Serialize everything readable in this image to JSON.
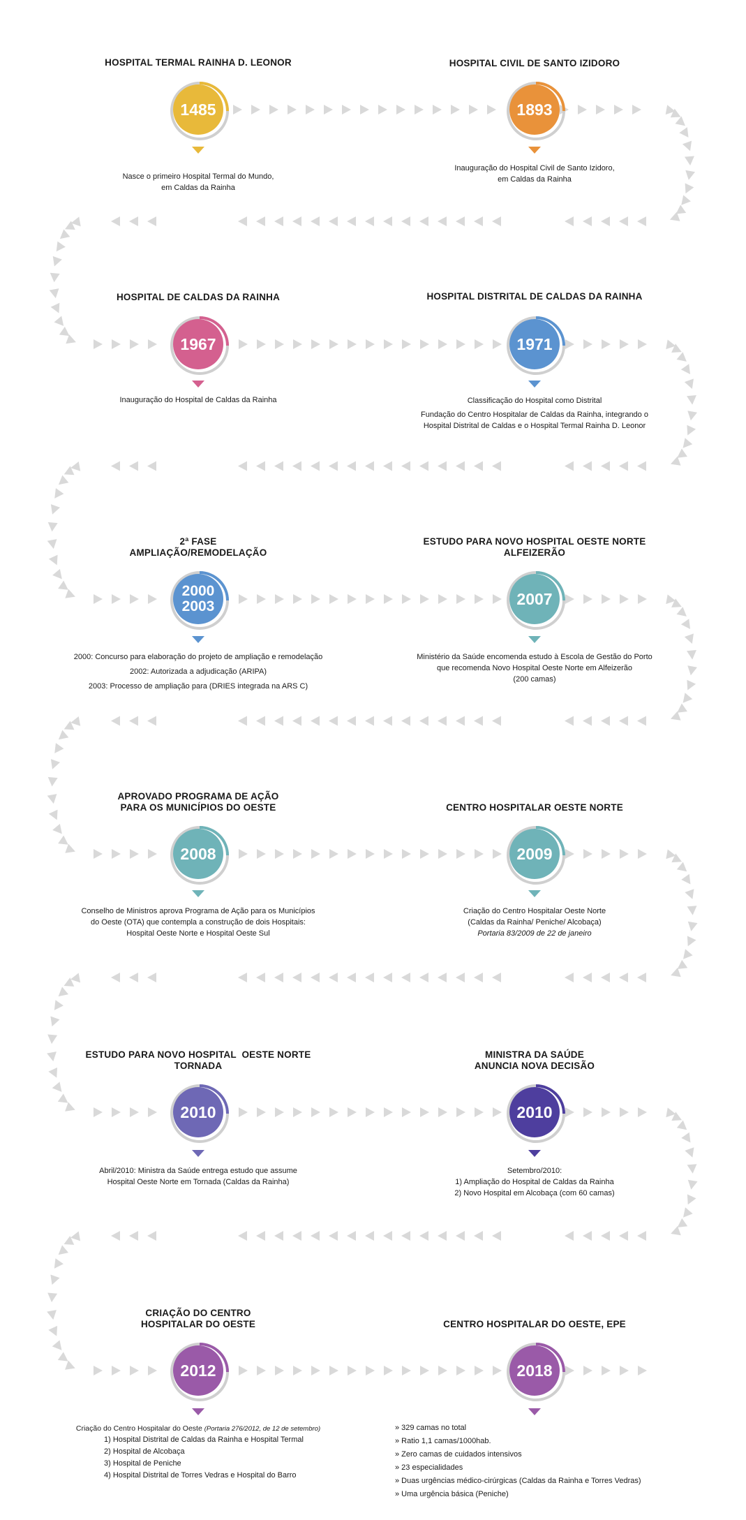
{
  "milestones": [
    {
      "title": "HOSPITAL TERMAL RAINHA D. LEONOR",
      "year": "1485",
      "color": "#E8B93A",
      "description": [
        "Nasce o primeiro Hospital Termal do Mundo,",
        "em Caldas da Rainha"
      ]
    },
    {
      "title": "HOSPITAL CIVIL DE SANTO IZIDORO",
      "year": "1893",
      "color": "#E9923A",
      "description": [
        "Inauguração do Hospital Civil de Santo Izidoro,",
        "em Caldas da Rainha"
      ]
    },
    {
      "title": "HOSPITAL DE CALDAS DA RAINHA",
      "year": "1967",
      "color": "#D4608F",
      "description": [
        "Inauguração do Hospital de Caldas da Rainha"
      ]
    },
    {
      "title": "HOSPITAL DISTRITAL DE CALDAS DA RAINHA",
      "year": "1971",
      "color": "#5B93D0",
      "description": [
        "Classificação do Hospital como Distrital",
        "Fundação do Centro Hospitalar de Caldas da Rainha, integrando o",
        "Hospital Distrital de Caldas e o Hospital Termal Rainha D. Leonor"
      ]
    },
    {
      "title_lines": [
        "2ª FASE",
        "AMPLIAÇÃO/REMODELAÇÃO"
      ],
      "year": "2000\n2003",
      "color": "#5B93D0",
      "description": [
        "2000: Concurso para elaboração do projeto de ampliação e remodelação",
        "2002: Autorizada a adjudicação (ARIPA)",
        "2003: Processo de ampliação para (DRIES integrada na ARS C)"
      ]
    },
    {
      "title_lines": [
        "ESTUDO PARA NOVO HOSPITAL OESTE NORTE",
        "ALFEIZERÃO"
      ],
      "year": "2007",
      "color": "#6FB3B8",
      "description": [
        "Ministério da Saúde encomenda estudo à Escola de Gestão do Porto",
        "que recomenda Novo Hospital Oeste Norte em Alfeizerão",
        "(200 camas)"
      ]
    },
    {
      "title_lines": [
        "APROVADO PROGRAMA DE AÇÃO",
        "PARA OS MUNICÍPIOS DO OESTE"
      ],
      "year": "2008",
      "color": "#6FB3B8",
      "description": [
        "Conselho de Ministros aprova Programa de Ação para os Municípios",
        "do Oeste (OTA) que contempla a construção de dois Hospitais:",
        "Hospital Oeste Norte e Hospital Oeste Sul"
      ]
    },
    {
      "title": "CENTRO HOSPITALAR OESTE NORTE",
      "year": "2009",
      "color": "#6FB3B8",
      "description": [
        "Criação do Centro Hospitalar Oeste Norte",
        "(Caldas da Rainha/ Peniche/ Alcobaça)"
      ],
      "description_italic": "Portaria 83/2009 de 22 de janeiro"
    },
    {
      "title_lines": [
        "ESTUDO PARA NOVO HOSPITAL  OESTE NORTE",
        "TORNADA"
      ],
      "year": "2010",
      "color": "#6E68B5",
      "description": [
        "Abril/2010: Ministra da Saúde entrega estudo que assume",
        "Hospital Oeste Norte em Tornada (Caldas da Rainha)"
      ]
    },
    {
      "title_lines": [
        "MINISTRA DA SAÚDE",
        "ANUNCIA NOVA DECISÃO"
      ],
      "year": "2010",
      "color": "#4E3E9E",
      "description": [
        "Setembro/2010:",
        "1) Ampliação do Hospital de Caldas da Rainha",
        "2) Novo Hospital em Alcobaça (com 60 camas)"
      ]
    },
    {
      "title_lines": [
        "CRIAÇÃO DO CENTRO",
        "HOSPITALAR DO OESTE"
      ],
      "year": "2012",
      "color": "#9A5AA8",
      "description_lead": "Criação do Centro Hospitalar do Oeste",
      "description_lead_italic": "(Portaria 276/2012, de 12 de setembro)",
      "description_list": [
        "1) Hospital Distrital de Caldas da Rainha e Hospital Termal",
        "2) Hospital de Alcobaça",
        "3) Hospital de Peniche",
        "4) Hospital Distrital de Torres Vedras e Hospital do Barro"
      ]
    },
    {
      "title": "CENTRO HOSPITALAR DO OESTE, EPE",
      "year": "2018",
      "color": "#9A5AA8",
      "description_list": [
        "» 329 camas no total",
        "» Ratio 1,1 camas/1000hab.",
        "» Zero camas de cuidados intensivos",
        "» 23 especialidades",
        "» Duas urgências médico-cirúrgicas (Caldas da Rainha e Torres Vedras)",
        "» Uma urgência básica (Peniche)"
      ]
    }
  ],
  "colors": {
    "path_arrow": "#D9D9D9",
    "ring_gray": "#CFCFCF",
    "text": "#1A1A1A"
  }
}
